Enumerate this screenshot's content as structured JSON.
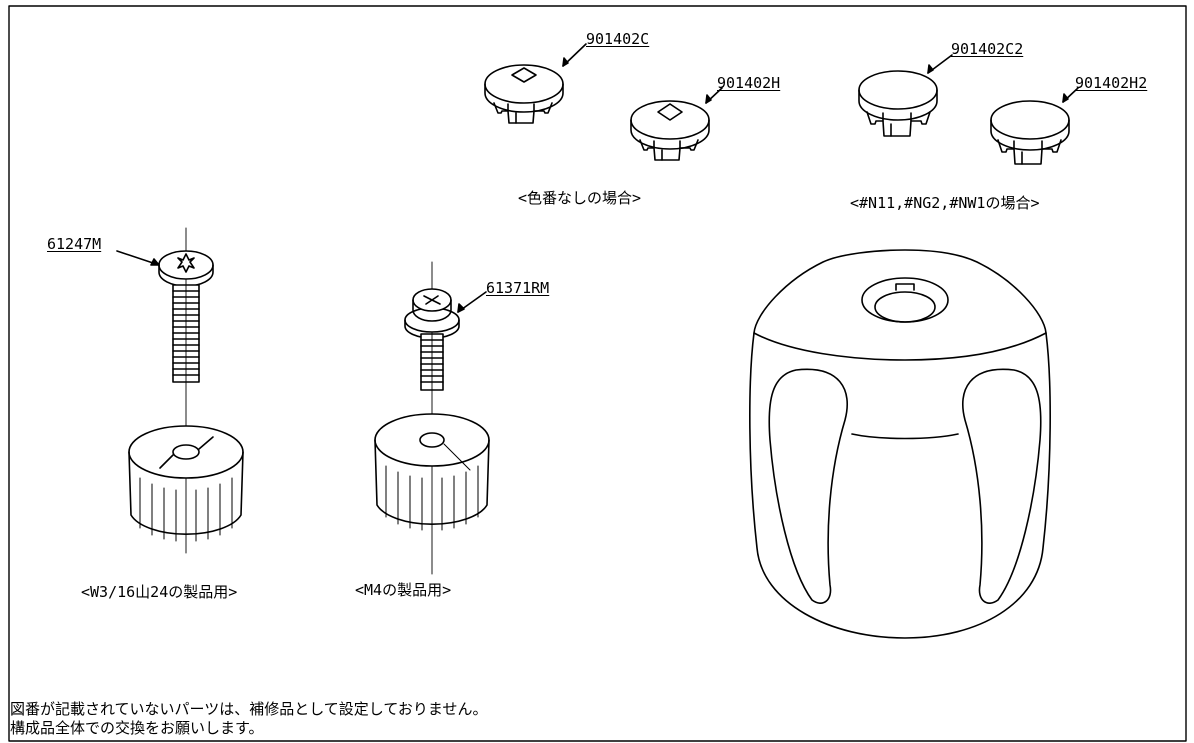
{
  "parts": {
    "cap_c": "901402C",
    "cap_h": "901402H",
    "cap_c2": "901402C2",
    "cap_h2": "901402H2",
    "screw_a": "61247M",
    "screw_b": "61371RM"
  },
  "captions": {
    "no_color": "<色番なしの場合>",
    "color_variants": "<#N11,#NG2,#NW1の場合>",
    "w316": "<W3/16山24の製品用>",
    "m4": "<M4の製品用>"
  },
  "note": {
    "line1": "図番が記載されていないパーツは、補修品として設定しておりません。",
    "line2": "構成品全体での交換をお願いします。"
  }
}
